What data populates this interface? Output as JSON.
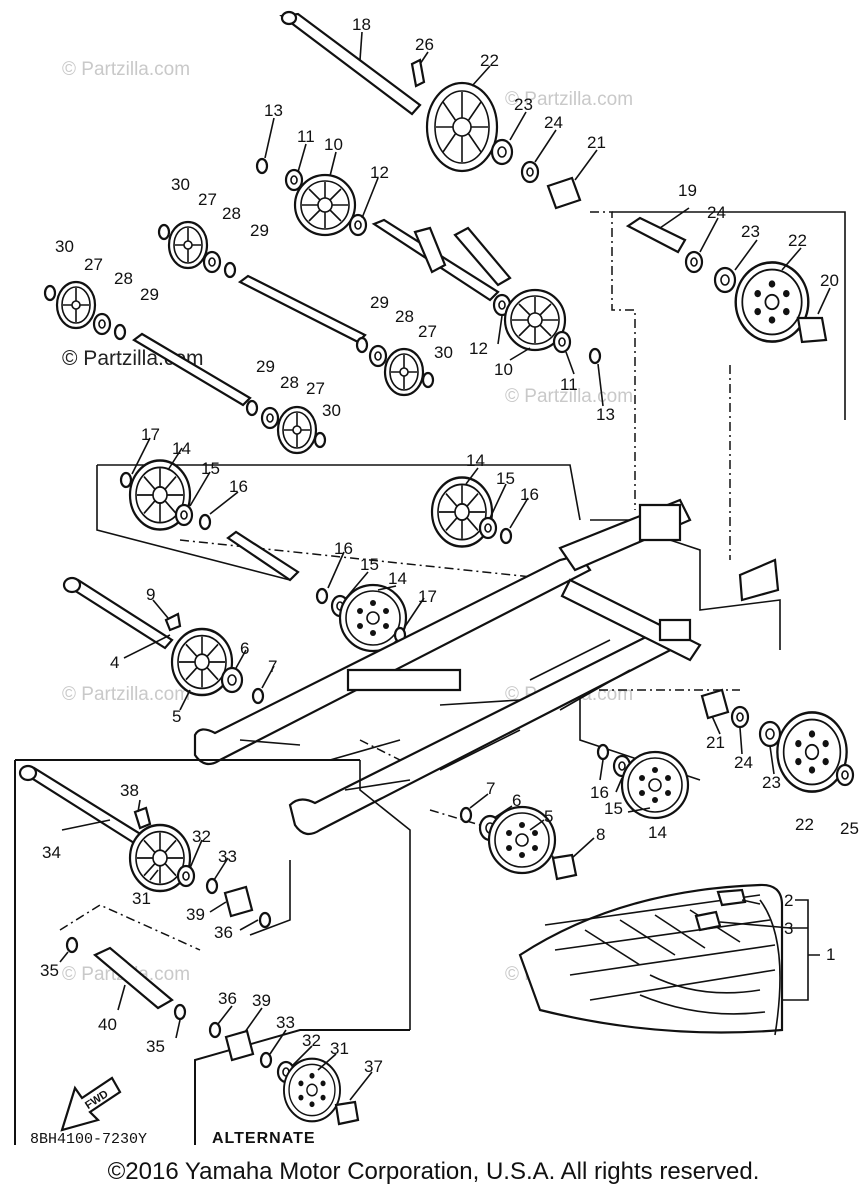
{
  "watermark": "© Partzilla.com",
  "diagram_code": "8BH4100-7230Y",
  "alternate_label": "ALTERNATE",
  "fwd_label": "FWD",
  "copyright": "©2016  Yamaha Motor Corporation, U.S.A. All rights reserved.",
  "callouts": {
    "c18": "18",
    "c26": "26",
    "c22a": "22",
    "c23a": "23",
    "c24a": "24",
    "c21a": "21",
    "c13a": "13",
    "c11a": "11",
    "c10a": "10",
    "c12a": "12",
    "c30a": "30",
    "c27a": "27",
    "c28a": "28",
    "c29a": "29",
    "c30b": "30",
    "c27b": "27",
    "c28b": "28",
    "c29b": "29",
    "c19": "19",
    "c24b": "24",
    "c23b": "23",
    "c22b": "22",
    "c20": "20",
    "c29c": "29",
    "c28c": "28",
    "c27c": "27",
    "c30c": "30",
    "c12b": "12",
    "c10b": "10",
    "c11b": "11",
    "c13b": "13",
    "c29d": "29",
    "c28d": "28",
    "c27d": "27",
    "c30d": "30",
    "c17a": "17",
    "c14a": "14",
    "c15a": "15",
    "c16a": "16",
    "c14b": "14",
    "c15b": "15",
    "c16b": "16",
    "c16c": "16",
    "c15c": "15",
    "c14c": "14",
    "c17b": "17",
    "c9": "9",
    "c4": "4",
    "c6a": "6",
    "c7a": "7",
    "c5a": "5",
    "c21b": "21",
    "c24c": "24",
    "c23c": "23",
    "c22c": "22",
    "c25": "25",
    "c16d": "16",
    "c15d": "15",
    "c14d": "14",
    "c7b": "7",
    "c6b": "6",
    "c5b": "5",
    "c8": "8",
    "c38": "38",
    "c34": "34",
    "c32a": "32",
    "c33a": "33",
    "c31a": "31",
    "c39a": "39",
    "c36a": "36",
    "c2": "2",
    "c3": "3",
    "c1": "1",
    "c35a": "35",
    "c40": "40",
    "c35b": "35",
    "c36b": "36",
    "c39b": "39",
    "c33b": "33",
    "c32b": "32",
    "c31b": "31",
    "c37": "37"
  }
}
